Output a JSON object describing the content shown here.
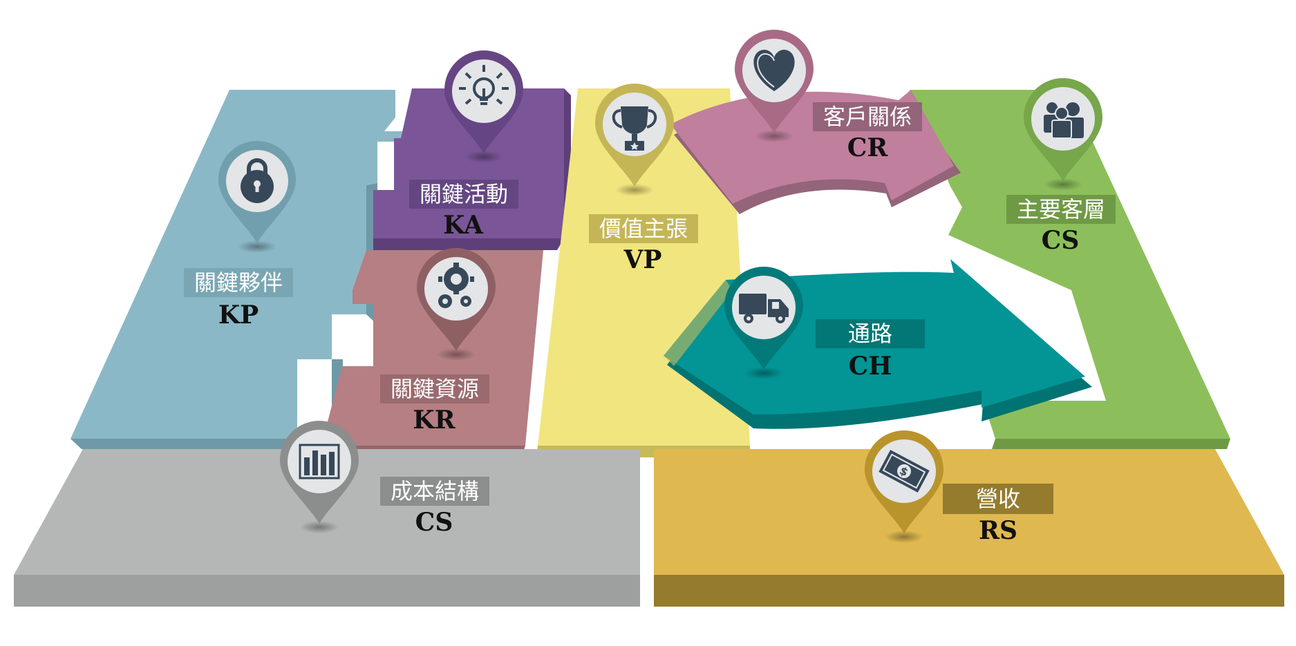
{
  "blocks": {
    "kp": {
      "label": "關鍵夥伴",
      "code": "KP",
      "icon": "lock-icon",
      "color": "#8bb8c6"
    },
    "ka": {
      "label": "關鍵活動",
      "code": "KA",
      "icon": "lightbulb-icon",
      "color": "#7a5698"
    },
    "kr": {
      "label": "關鍵資源",
      "code": "KR",
      "icon": "gears-icon",
      "color": "#b57f83"
    },
    "vp": {
      "label": "價值主張",
      "code": "VP",
      "icon": "trophy-icon",
      "color": "#f1e57f"
    },
    "cr": {
      "label": "客戶關係",
      "code": "CR",
      "icon": "heart-icon",
      "color": "#c07f9d"
    },
    "ch": {
      "label": "通路",
      "code": "CH",
      "icon": "truck-icon",
      "color": "#039495"
    },
    "cs_segments": {
      "label": "主要客層",
      "code": "CS",
      "icon": "users-icon",
      "color": "#8cbf5b"
    },
    "cost": {
      "label": "成本結構",
      "code": "CS",
      "icon": "bar-chart-icon",
      "color": "#b5b6b6"
    },
    "rs": {
      "label": "營收",
      "code": "RS",
      "icon": "money-icon",
      "color": "#dfb84f"
    }
  }
}
